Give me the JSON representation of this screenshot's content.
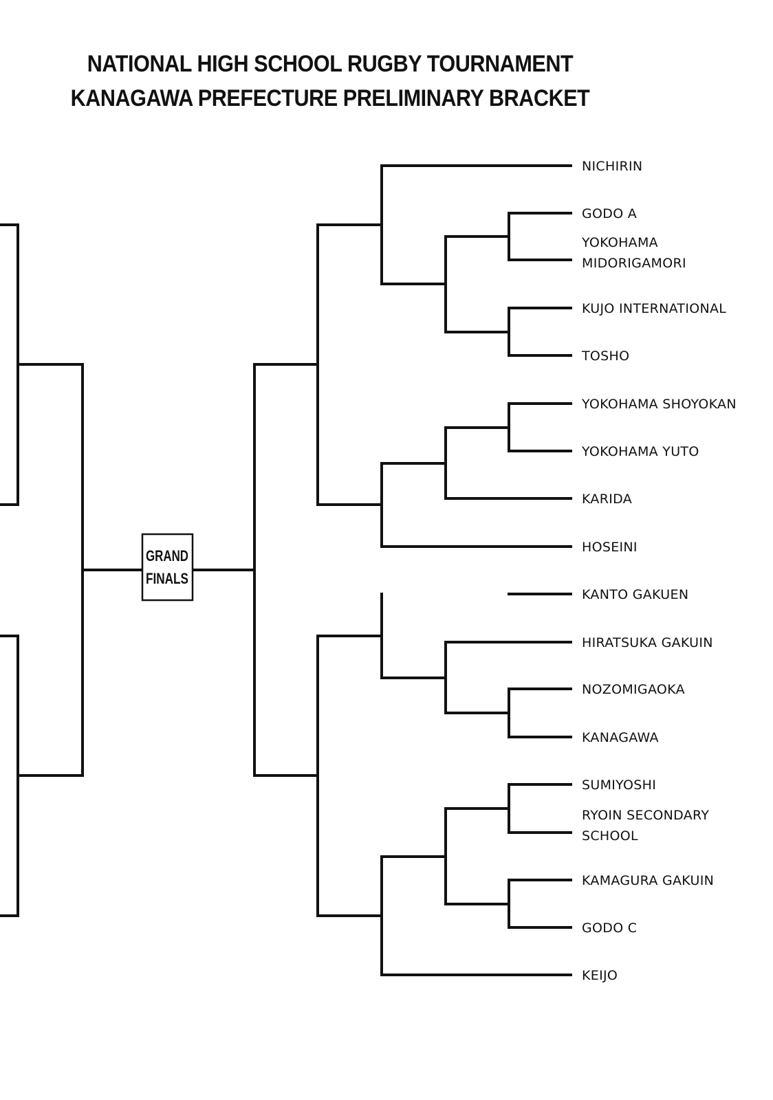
{
  "title": {
    "line1": "NATIONAL HIGH SCHOOL RUGBY TOURNAMENT",
    "line2": "KANAGAWA PREFECTURE PRELIMINARY BRACKET"
  },
  "finals": {
    "line1": "GRAND",
    "line2": "FINALS"
  },
  "teams": [
    {
      "lines": [
        "NICHIRIN"
      ]
    },
    {
      "lines": [
        "GODO A"
      ]
    },
    {
      "lines": [
        "YOKOHAMA",
        "MIDORIGAMORI"
      ]
    },
    {
      "lines": [
        "KUJO INTERNATIONAL"
      ]
    },
    {
      "lines": [
        "TOSHO"
      ]
    },
    {
      "lines": [
        "YOKOHAMA SHOYOKAN"
      ]
    },
    {
      "lines": [
        "YOKOHAMA YUTO"
      ]
    },
    {
      "lines": [
        "KARIDA"
      ]
    },
    {
      "lines": [
        "HOSEINI"
      ]
    },
    {
      "lines": [
        "KANTO GAKUEN"
      ]
    },
    {
      "lines": [
        "HIRATSUKA GAKUIN"
      ]
    },
    {
      "lines": [
        "NOZOMIGAOKA"
      ]
    },
    {
      "lines": [
        "KANAGAWA"
      ]
    },
    {
      "lines": [
        "SUMIYOSHI"
      ]
    },
    {
      "lines": [
        "RYOIN SECONDARY",
        "SCHOOL"
      ]
    },
    {
      "lines": [
        "KAMAGURA GAKUIN"
      ]
    },
    {
      "lines": [
        "GODO C"
      ]
    },
    {
      "lines": [
        "KEIJO"
      ]
    }
  ]
}
